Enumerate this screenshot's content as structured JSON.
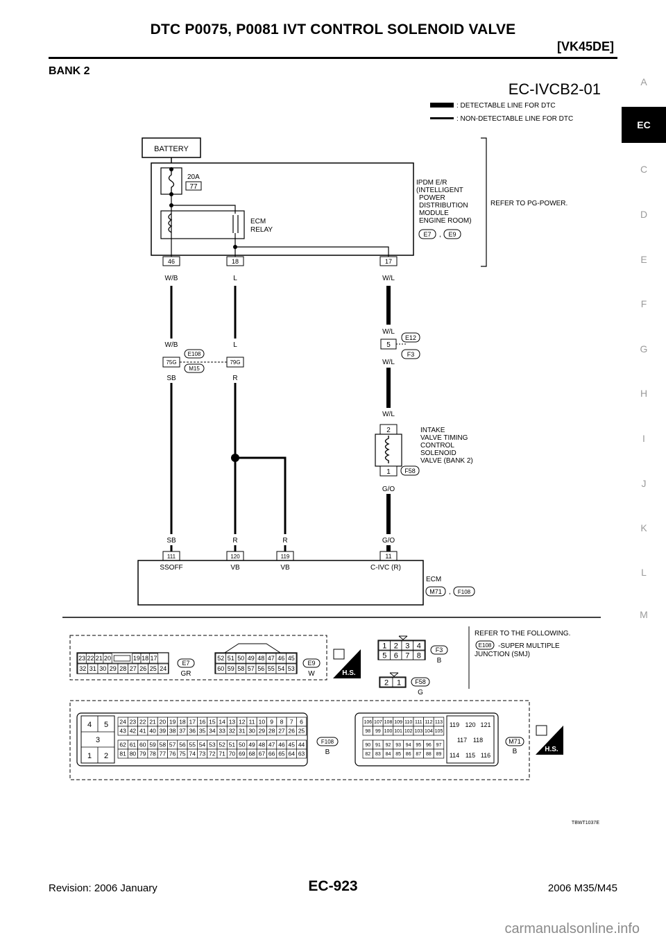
{
  "header": {
    "title": "DTC P0075, P0081 IVT CONTROL SOLENOID VALVE",
    "model": "[VK45DE]"
  },
  "section_title": "BANK 2",
  "diagram_id": "EC-IVCB2-01",
  "legend": {
    "detectable": ": DETECTABLE LINE FOR DTC",
    "non_detectable": ": NON-DETECTABLE LINE FOR DTC"
  },
  "components": {
    "battery": "BATTERY",
    "fuse_rating": "20A",
    "fuse_number": "77",
    "ecm_relay": [
      "ECM",
      "RELAY"
    ],
    "ipdm": [
      "IPDM E/R",
      "(INTELLIGENT",
      "POWER",
      "DISTRIBUTION",
      "MODULE",
      "ENGINE ROOM)"
    ],
    "ipdm_connectors": [
      "E7",
      "E9"
    ],
    "refer_pg": "REFER TO PG-POWER.",
    "solenoid": [
      "INTAKE",
      "VALVE TIMING",
      "CONTROL",
      "SOLENOID",
      "VALVE (BANK 2)"
    ],
    "solenoid_connector": "F58",
    "ecm": "ECM",
    "ecm_connectors": [
      "M71",
      "F108"
    ],
    "joint_connectors": {
      "e12": "E12",
      "f3": "F3",
      "e108": "E108",
      "m15": "M15"
    }
  },
  "pins": {
    "ipdm_46": "46",
    "ipdm_18": "18",
    "ipdm_17": "17",
    "j_75g": "75G",
    "j_79g": "79G",
    "j_5": "5",
    "sol_2": "2",
    "sol_1": "1",
    "ecm_111": "111",
    "ecm_120": "120",
    "ecm_119": "119",
    "ecm_11": "11"
  },
  "wire_colors": {
    "wb": "W/B",
    "l": "L",
    "wl": "W/L",
    "sb": "SB",
    "r": "R",
    "go": "G/O"
  },
  "ecm_terminals": [
    "SSOFF",
    "VB",
    "VB",
    "C-IVC (R)"
  ],
  "connector_panel": {
    "e7": {
      "id": "E7",
      "color": "GR",
      "row1": [
        "23",
        "22",
        "21",
        "20",
        "",
        "19",
        "18",
        "17"
      ],
      "row2": [
        "32",
        "31",
        "30",
        "29",
        "28",
        "27",
        "26",
        "25",
        "24"
      ]
    },
    "e9": {
      "id": "E9",
      "color": "W",
      "row1": [
        "52",
        "51",
        "50",
        "49",
        "48",
        "47",
        "46",
        "45"
      ],
      "row2": [
        "60",
        "59",
        "58",
        "57",
        "56",
        "55",
        "54",
        "53"
      ]
    },
    "f3": {
      "id": "F3",
      "color": "B",
      "row1": [
        "1",
        "2",
        "3",
        "4"
      ],
      "row2": [
        "5",
        "6",
        "7",
        "8"
      ]
    },
    "f58": {
      "id": "F58",
      "color": "G",
      "row1": [
        "2",
        "1"
      ]
    },
    "refer_following": "REFER TO THE FOLLOWING.",
    "e108_ref": "E108",
    "smj": [
      "-SUPER MULTIPLE",
      "JUNCTION (SMJ)"
    ],
    "hs": "H.S.",
    "f108": {
      "id": "F108",
      "color": "B",
      "left": [
        [
          "4",
          "5"
        ],
        [
          "3"
        ],
        [
          "1",
          "2"
        ]
      ],
      "r1": [
        "24",
        "23",
        "22",
        "21",
        "20",
        "19",
        "18",
        "17",
        "16",
        "15",
        "14",
        "13",
        "12",
        "11",
        "10",
        "9",
        "8",
        "7",
        "6"
      ],
      "r2": [
        "43",
        "42",
        "41",
        "40",
        "39",
        "38",
        "37",
        "36",
        "35",
        "34",
        "33",
        "32",
        "31",
        "30",
        "29",
        "28",
        "27",
        "26",
        "25"
      ],
      "r3": [
        "62",
        "61",
        "60",
        "59",
        "58",
        "57",
        "56",
        "55",
        "54",
        "53",
        "52",
        "51",
        "50",
        "49",
        "48",
        "47",
        "46",
        "45",
        "44"
      ],
      "r4": [
        "81",
        "80",
        "79",
        "78",
        "77",
        "76",
        "75",
        "74",
        "73",
        "72",
        "71",
        "70",
        "69",
        "68",
        "67",
        "66",
        "65",
        "64",
        "63"
      ]
    },
    "m71": {
      "id": "M71",
      "color": "B",
      "r1": [
        "106",
        "107",
        "108",
        "109",
        "110",
        "111",
        "112",
        "113"
      ],
      "r2": [
        "98",
        "99",
        "100",
        "101",
        "102",
        "103",
        "104",
        "105"
      ],
      "r3": [
        "90",
        "91",
        "92",
        "93",
        "94",
        "95",
        "96",
        "97"
      ],
      "r4": [
        "82",
        "83",
        "84",
        "85",
        "86",
        "87",
        "88",
        "89"
      ],
      "right": [
        "119",
        "120",
        "121",
        "117",
        "118",
        "114",
        "115",
        "116"
      ]
    }
  },
  "figure_code": "TBWT1037E",
  "tabs": [
    "A",
    "EC",
    "C",
    "D",
    "E",
    "F",
    "G",
    "H",
    "I",
    "J",
    "K",
    "L",
    "M"
  ],
  "footer": {
    "revision": "Revision: 2006 January",
    "page": "EC-923",
    "model": "2006 M35/M45"
  },
  "watermark": "carmanualsonline.info"
}
